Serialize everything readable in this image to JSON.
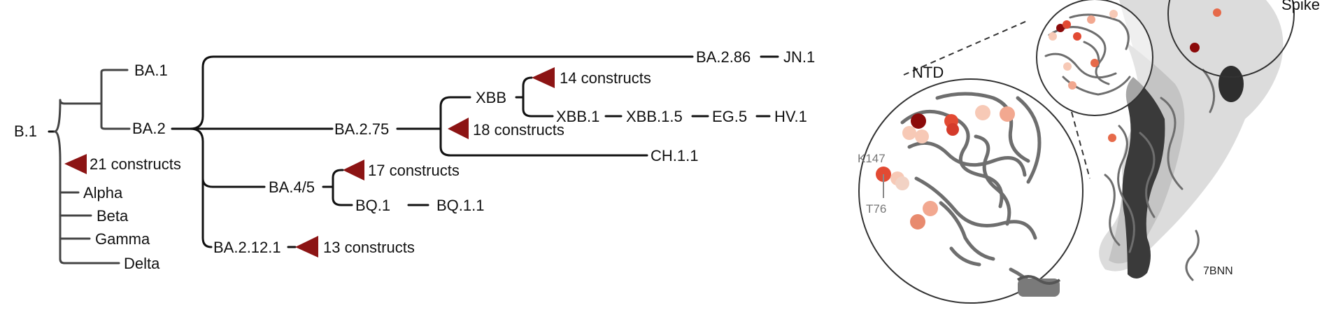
{
  "tree": {
    "root": "B.1",
    "nodes": {
      "ba1": "BA.1",
      "ba2": "BA.2",
      "ba286": "BA.2.86",
      "jn1": "JN.1",
      "ba275": "BA.2.75",
      "xbb": "XBB",
      "xbb1": "XBB.1",
      "xbb15": "XBB.1.5",
      "eg5": "EG.5",
      "hv1": "HV.1",
      "ch11": "CH.1.1",
      "ba45": "BA.4/5",
      "bq1": "BQ.1",
      "bq11": "BQ.1.1",
      "ba2121": "BA.2.12.1",
      "alpha": "Alpha",
      "beta": "Beta",
      "gamma": "Gamma",
      "delta": "Delta"
    },
    "constructs": {
      "b1": "21 constructs",
      "xbb": "14 constructs",
      "ba275": "18 constructs",
      "ba45": "17 constructs",
      "ba2121": "13 constructs"
    }
  },
  "structure": {
    "ntd_label": "NTD",
    "spike_label": "Spike",
    "pdb_label": "7BNN",
    "residues": [
      "K147",
      "T76"
    ]
  },
  "colors": {
    "tree_line": "#111111",
    "construct_marker": "#8c1414",
    "ribbon": "#6e6e6e",
    "surface_light": "#dcdcdc",
    "surface_dark": "#3a3a3a",
    "mutation_dark": "#8b0a0a",
    "mutation_mid": "#e24a33",
    "mutation_light": "#f7c9b6"
  }
}
